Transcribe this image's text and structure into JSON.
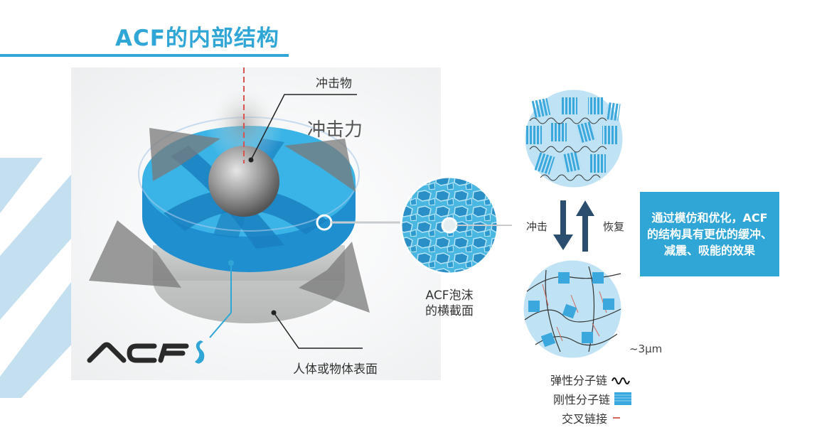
{
  "header": {
    "title": "ACF的内部结构"
  },
  "diagram": {
    "impact_object_label": "冲击物",
    "impact_force_label": "冲击力",
    "surface_label": "人体或物体表面",
    "logo_text": "ACF",
    "foam_cross_section_label_line1": "ACF泡沫",
    "foam_cross_section_label_line2": "的横截面",
    "impact_arrow_label": "冲击",
    "recover_arrow_label": "恢复",
    "scale_label": "~3μm",
    "callout": {
      "text": "通过模仿和优化，ACF的结构具有更优的缓冲、减震、吸能的效果"
    },
    "legend": [
      {
        "label": "弹性分子链",
        "symbol": "wave-icon"
      },
      {
        "label": "刚性分子链",
        "symbol": "blue-block-icon"
      },
      {
        "label": "交叉链接",
        "symbol": "red-dash-icon"
      }
    ],
    "colors": {
      "accent": "#2fa6d6",
      "arrow": "#2b4e6e",
      "foam_light": "#bfe3f5",
      "rigid_chain": "#3aa8dc",
      "crosslink": "#d2665a",
      "deco_stripe": "#c4e0f0"
    }
  }
}
